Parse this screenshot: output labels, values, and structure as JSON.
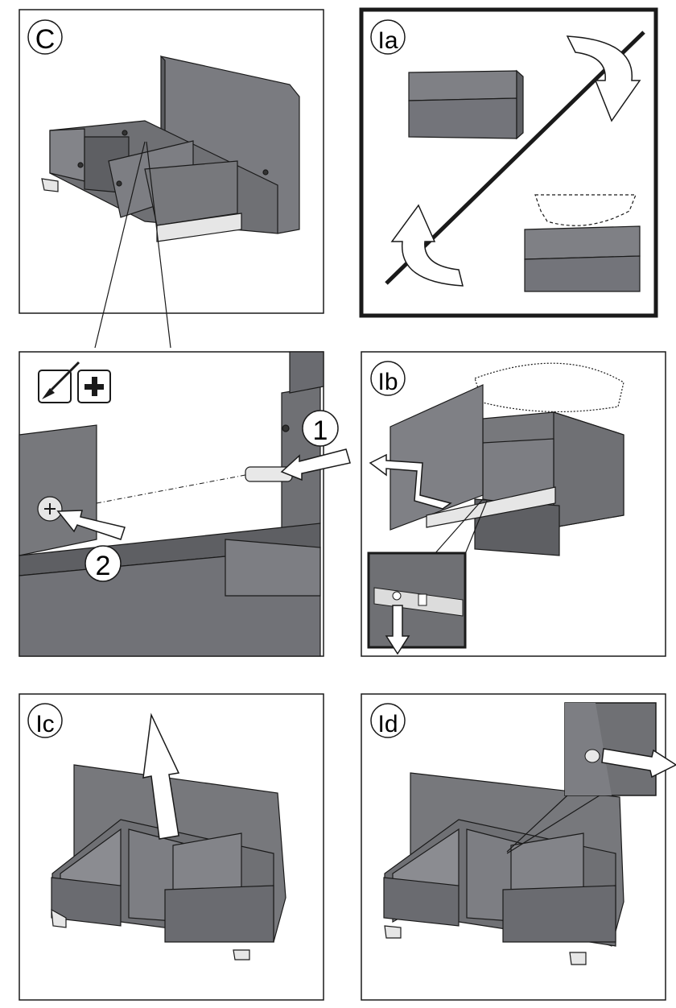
{
  "panels": {
    "c": {
      "label": "C"
    },
    "ia": {
      "label": "Ia"
    },
    "detail": {
      "step1": "1",
      "step2": "2"
    },
    "ib": {
      "label": "Ib"
    },
    "ic": {
      "label": "Ic"
    },
    "id": {
      "label": "Id"
    }
  },
  "colors": {
    "panel": "#6f7074",
    "panel_light": "#838489",
    "panel_dark": "#5a5b5f",
    "line": "#1a1a1a",
    "arrow": "#ffffff"
  },
  "icons": [
    "screwdriver-icon",
    "phillips-plus-icon",
    "arrow-icon",
    "rotate-arrow-icon"
  ]
}
